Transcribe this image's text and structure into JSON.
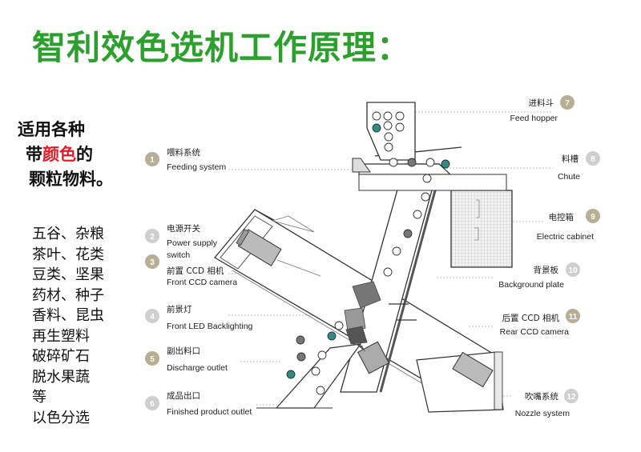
{
  "title": "智利效色选机工作原理：",
  "intro": {
    "line1": "适用各种",
    "line2_pre": "带",
    "line2_red": "颜色",
    "line2_post": "的",
    "line3": "颗粒物料。"
  },
  "materials": [
    "五谷、杂粮",
    "茶叶、花类",
    "豆类、坚果",
    "药材、种子",
    "香料、昆虫",
    "再生塑料",
    "破碎矿石",
    "脱水果蔬",
    "等",
    "以色分选"
  ],
  "colors": {
    "title": "#2ca02c",
    "accent_red": "#e31b23",
    "badge": "#b7ae93",
    "badge_light": "#cfcfcf",
    "teal": "#2e8b85"
  },
  "labels_left": [
    {
      "num": "1",
      "zh": "喂料系统",
      "en": "Feeding system"
    },
    {
      "num": "2",
      "zh": "电源开关",
      "en": "Power supply\nswitch"
    },
    {
      "num": "3",
      "zh": "前置 CCD 相机",
      "en": "Front CCD camera"
    },
    {
      "num": "4",
      "zh": "前景灯",
      "en": "Front LED Backlighting"
    },
    {
      "num": "5",
      "zh": "副出料口",
      "en": "Discharge outlet"
    },
    {
      "num": "6",
      "zh": "成品出口",
      "en": "Finished product outlet"
    }
  ],
  "labels_right": [
    {
      "num": "7",
      "zh": "进料斗",
      "en": "Feed hopper"
    },
    {
      "num": "8",
      "zh": "料槽",
      "en": "Chute"
    },
    {
      "num": "9",
      "zh": "电控箱",
      "en": "Electric cabinet"
    },
    {
      "num": "10",
      "zh": "背景板",
      "en": "Background plate"
    },
    {
      "num": "11",
      "zh": "后置 CCD 相机",
      "en": "Rear CCD camera"
    },
    {
      "num": "12",
      "zh": "吹嘴系统",
      "en": "Nozzle system"
    }
  ]
}
